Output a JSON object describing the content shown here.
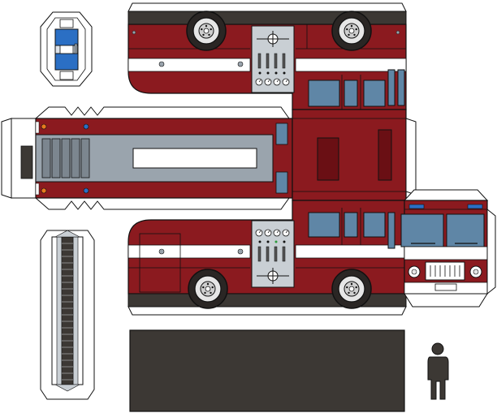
{
  "title": "",
  "colors": {
    "body_red": "#8b1a1f",
    "stripe_white": "#ffffff",
    "tire_dark": "#3c3834",
    "panel_grey": "#9aa4ad",
    "window_blue": "#5f86a6",
    "beacon_blue": "#2b6fc4",
    "lamp_orange": "#e87a1e",
    "outline": "#111111"
  },
  "parts": [
    {
      "name": "beacon-light",
      "icon": "beacon-icon"
    },
    {
      "name": "truck-side-top",
      "icon": "fire-truck-side-icon"
    },
    {
      "name": "truck-roof",
      "icon": "roof-icon"
    },
    {
      "name": "cab-roof",
      "icon": "roof-icon"
    },
    {
      "name": "truck-side-bottom",
      "icon": "fire-truck-side-icon"
    },
    {
      "name": "truck-front",
      "icon": "fire-truck-front-icon"
    },
    {
      "name": "ladder",
      "icon": "ladder-icon"
    },
    {
      "name": "base-plate",
      "icon": "rectangle-icon"
    },
    {
      "name": "scale-figure",
      "icon": "person-silhouette-icon"
    }
  ]
}
